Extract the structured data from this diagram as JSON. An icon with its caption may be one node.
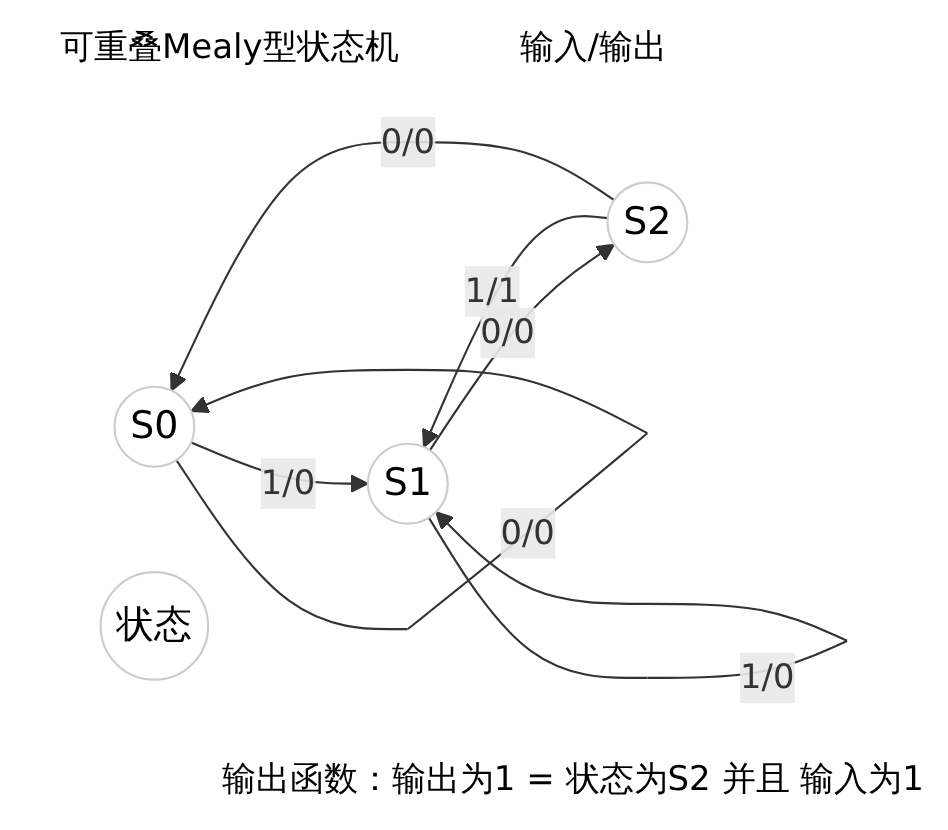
{
  "diagram": {
    "title": "可重叠Mealy型状态机",
    "nodes": [
      {
        "text": [
          "S0"
        ]
      },
      {
        "text": [
          "S1"
        ]
      },
      {
        "text": [
          "S2"
        ]
      },
      {
        "text": [
          "状态"
        ]
      }
    ],
    "edges": [
      {
        "from": 0,
        "to": 0,
        "arrow": "to",
        "label": "0/0"
      },
      {
        "from": 0,
        "to": 1,
        "arrow": "to",
        "label": "1/0"
      },
      {
        "from": 1,
        "to": 1,
        "arrow": "to",
        "label": "1/0"
      },
      {
        "from": 1,
        "to": 2,
        "arrow": "to",
        "label": "0/0"
      },
      {
        "from": 2,
        "to": 1,
        "arrow": "to",
        "label": "1/1"
      },
      {
        "from": 2,
        "to": 0,
        "arrow": "to",
        "label": "0/0"
      }
    ],
    "labels": [
      "输入/输出",
      "输出函数：输出为1 = 状态为S2 并且 输入为1"
    ]
  }
}
